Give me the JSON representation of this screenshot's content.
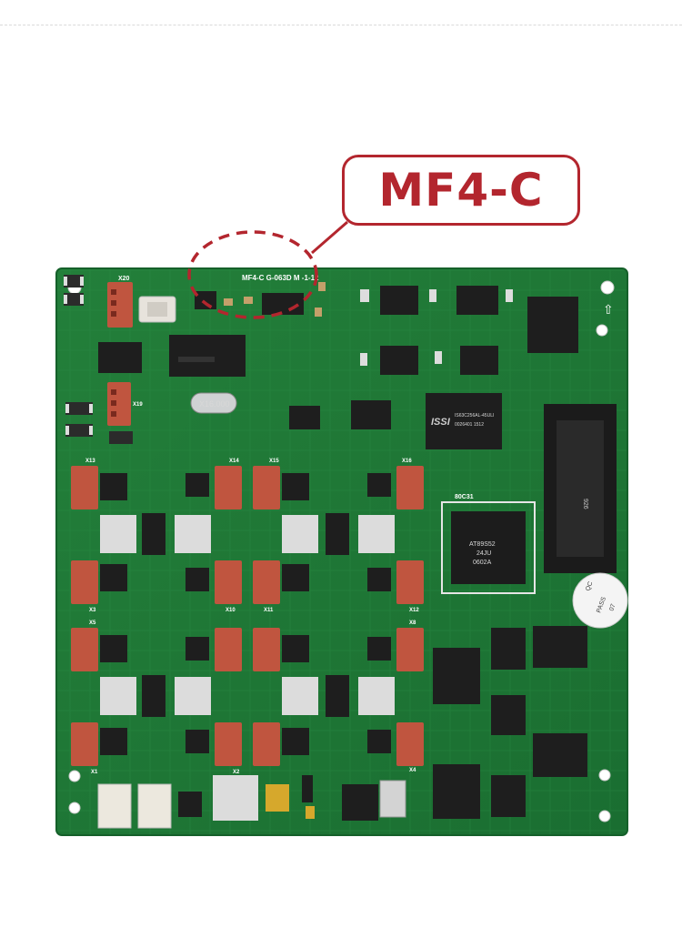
{
  "callout": {
    "label": "MF4-C"
  },
  "board": {
    "silkscreen_top": "MF4-C     G-063D  M   -1-12",
    "connectors": {
      "x20": "X20",
      "x19": "X19",
      "x13": "X13",
      "x14": "X14",
      "x15": "X15",
      "x16": "X16",
      "x3": "X3",
      "x10": "X10",
      "x11": "X11",
      "x12": "X12",
      "x5": "X5",
      "x8": "X8",
      "x1": "X1",
      "x2": "X2",
      "x4": "X4"
    },
    "crystal": "X16.000",
    "mcu_ref": "80C31",
    "mcu_text": [
      "AT89S52",
      "24JU",
      "0602A"
    ],
    "issi_logo": "ISSI",
    "issi_text": [
      "IS63C256AL-45ULI",
      "0026401 1512"
    ],
    "qc_sticker": [
      "QC",
      "PASS",
      "07"
    ],
    "socket_label": "926"
  },
  "colors": {
    "background": "#ffffff",
    "callout_red": "#b3262e",
    "pcb_green": "#1f7a36",
    "connector_red": "#c0553f"
  }
}
